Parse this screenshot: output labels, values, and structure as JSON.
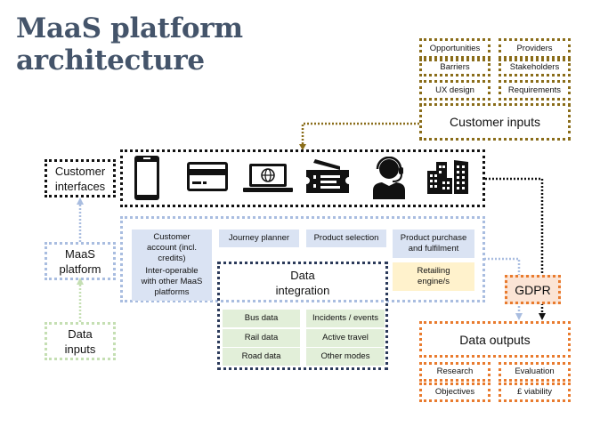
{
  "title": {
    "line1": "MaaS platform",
    "line2": "architecture"
  },
  "customer_inputs": {
    "label": "Customer inputs",
    "items": [
      "Opportunities",
      "Providers",
      "Barriers",
      "Stakeholders",
      "UX design",
      "Requirements"
    ]
  },
  "customer_interfaces": {
    "label_line1": "Customer",
    "label_line2": "interfaces",
    "icons": [
      "smartphone-icon",
      "credit-card-icon",
      "laptop-web-icon",
      "ticket-icon",
      "call-centre-agent-icon",
      "buildings-icon"
    ]
  },
  "maas_platform": {
    "label_line1": "MaaS",
    "label_line2": "platform",
    "customer_account": {
      "line1": "Customer",
      "line2": "account (incl.",
      "line3": "credits)"
    },
    "interoperable": {
      "line1": "Inter-operable",
      "line2": "with other MaaS",
      "line3": "platforms"
    },
    "journey_planner": "Journey planner",
    "product_selection": "Product selection",
    "product_purchase": {
      "line1": "Product purchase",
      "line2": "and fulfilment"
    },
    "retailing_engine": {
      "line1": "Retailing",
      "line2": "engine/s"
    }
  },
  "data_integration": {
    "label_line1": "Data",
    "label_line2": "integration",
    "items": [
      "Bus data",
      "Incidents / events",
      "Rail data",
      "Active travel",
      "Road data",
      "Other modes"
    ]
  },
  "data_inputs": {
    "label_line1": "Data",
    "label_line2": "inputs"
  },
  "gdpr": {
    "label": "GDPR"
  },
  "data_outputs": {
    "label": "Data outputs",
    "items": [
      "Research",
      "Evaluation",
      "Objectives",
      "£ viability"
    ]
  },
  "colors": {
    "title": "#44546a",
    "customer_inputs_border": "#8a6d1a",
    "platform_border": "#a9bde0",
    "platform_fill": "#dae3f3",
    "retail_fill": "#fff2cc",
    "data_fill": "#e2efd9",
    "data_inputs_border": "#c5dfb3",
    "outputs_border": "#e97b2e",
    "gdpr_fill": "#fbe4d5"
  }
}
